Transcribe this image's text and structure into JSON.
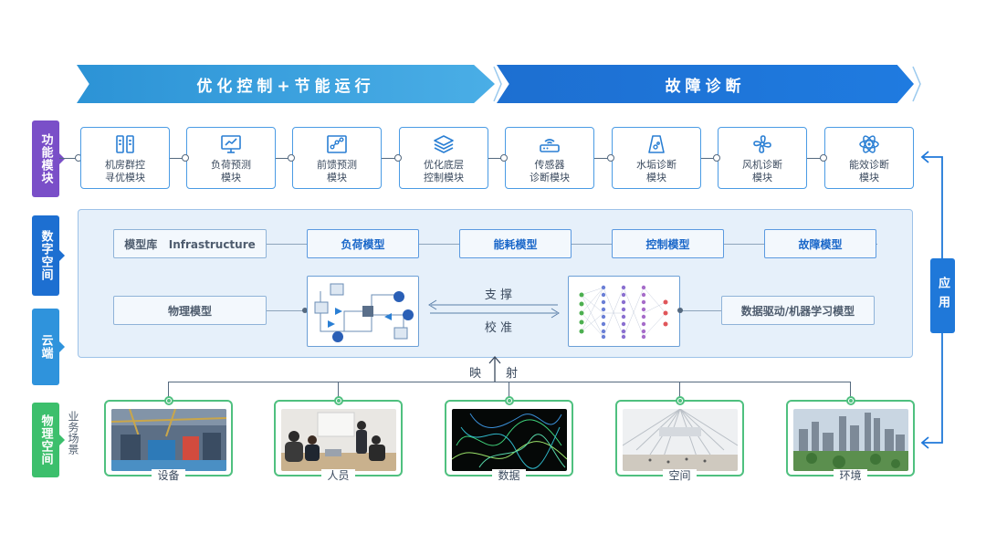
{
  "banners": {
    "left": "优化控制+节能运行",
    "right": "故障诊断"
  },
  "layers": {
    "function": "功能模块",
    "digital": "数字空间",
    "cloud": "云端",
    "physical": "物理空间"
  },
  "scene_label": "业务场景",
  "modules": [
    {
      "line1": "机房群控",
      "line2": "寻优模块",
      "icon": "server-rack-icon"
    },
    {
      "line1": "负荷预测",
      "line2": "模块",
      "icon": "trend-chart-icon"
    },
    {
      "line1": "前馈预测",
      "line2": "模块",
      "icon": "scatter-chart-icon"
    },
    {
      "line1": "优化底层",
      "line2": "控制模块",
      "icon": "layers-icon"
    },
    {
      "line1": "传感器",
      "line2": "诊断模块",
      "icon": "router-icon"
    },
    {
      "line1": "水垢诊断",
      "line2": "模块",
      "icon": "beaker-icon"
    },
    {
      "line1": "风机诊断",
      "line2": "模块",
      "icon": "fan-icon"
    },
    {
      "line1": "能效诊断",
      "line2": "模块",
      "icon": "atom-icon"
    }
  ],
  "model_row": {
    "library": "模型库   Infrastructure",
    "items": [
      "负荷模型",
      "能耗模型",
      "控制模型",
      "故障模型"
    ]
  },
  "physics_model": "物理模型",
  "ml_model": "数据驱动/机器学习模型",
  "support": "支 撑",
  "calibrate": "校 准",
  "mapping": {
    "left": "映",
    "right": "射"
  },
  "apply": "应用",
  "scenes": [
    {
      "label": "设备",
      "image": "factory-equipment-photo"
    },
    {
      "label": "人员",
      "image": "people-meeting-photo"
    },
    {
      "label": "数据",
      "image": "data-network-graph"
    },
    {
      "label": "空间",
      "image": "building-interior-photo"
    },
    {
      "label": "环境",
      "image": "city-skyline-photo"
    }
  ],
  "colors": {
    "banner_left": "#3aa0de",
    "banner_right": "#1f74d8",
    "function_layer": "#7a4fc8",
    "digital_layer": "#1d6fd1",
    "cloud_layer": "#2f93dc",
    "physical_layer": "#3cbf6c",
    "module_border": "#4a9be4"
  }
}
